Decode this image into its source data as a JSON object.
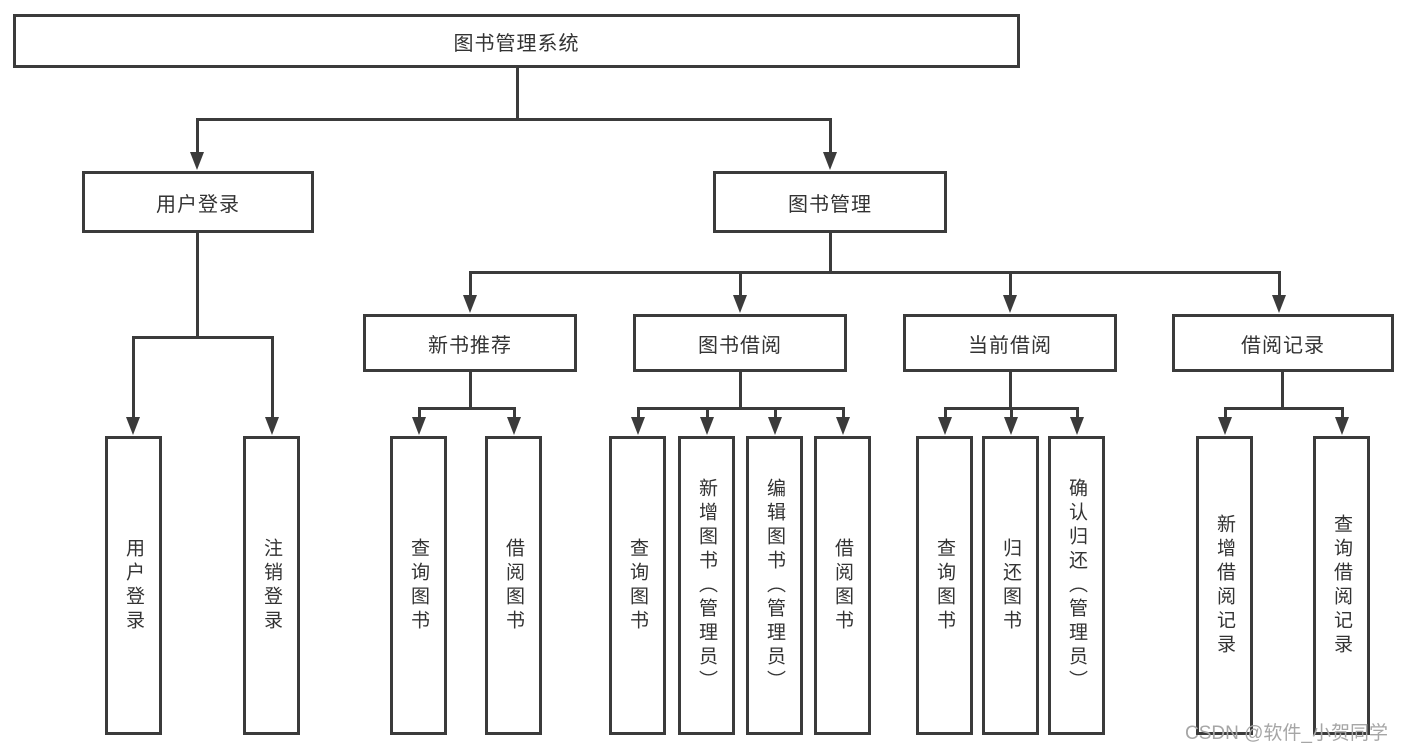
{
  "diagram": {
    "root": {
      "label": "图书管理系统"
    },
    "branches": [
      {
        "label": "用户登录",
        "leaves": [
          {
            "label": "用户登录"
          },
          {
            "label": "注销登录"
          }
        ]
      },
      {
        "label": "图书管理",
        "groups": [
          {
            "label": "新书推荐",
            "leaves": [
              {
                "label": "查询图书"
              },
              {
                "label": "借阅图书"
              }
            ]
          },
          {
            "label": "图书借阅",
            "leaves": [
              {
                "label": "查询图书"
              },
              {
                "label": "新增图书（管理员）"
              },
              {
                "label": "编辑图书（管理员）"
              },
              {
                "label": "借阅图书"
              }
            ]
          },
          {
            "label": "当前借阅",
            "leaves": [
              {
                "label": "查询图书"
              },
              {
                "label": "归还图书"
              },
              {
                "label": "确认归还（管理员）"
              }
            ]
          },
          {
            "label": "借阅记录",
            "leaves": [
              {
                "label": "新增借阅记录"
              },
              {
                "label": "查询借阅记录"
              }
            ]
          }
        ]
      }
    ],
    "watermark": {
      "text": "CSDN @软件_小贺同学"
    },
    "colors": {
      "line": "#3b3b3b",
      "text": "#333333",
      "watermark": "#a6a6a6",
      "background": "#ffffff"
    }
  }
}
